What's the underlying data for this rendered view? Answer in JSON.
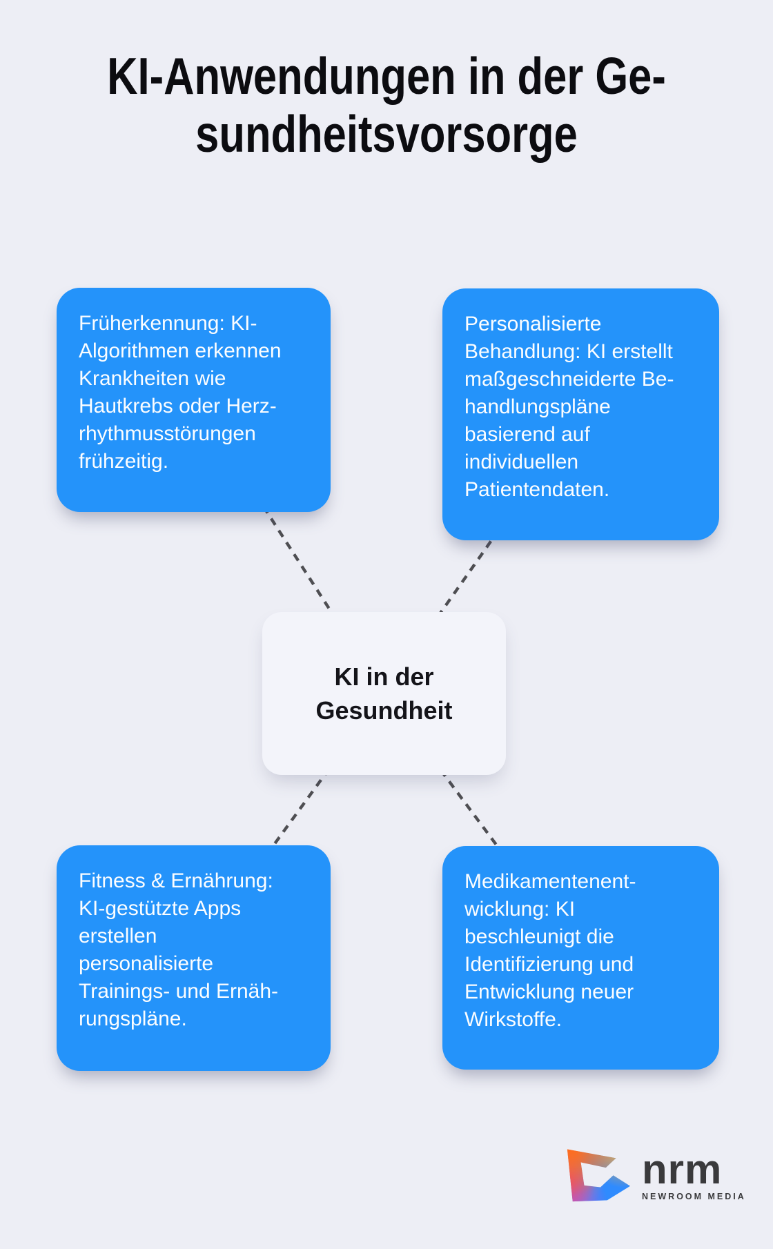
{
  "title": "KI-Anwendungen in der Ge-\nsundheitsvorsorge",
  "center_node": {
    "label": "KI in der\nGesundheit"
  },
  "nodes": [
    {
      "id": "frueherkennung",
      "position": "top-left",
      "text": "Früherkennung: KI-\nAlgorithmen erkennen\nKrankheiten wie\nHautkrebs oder Herz-\nrhythmusstörungen\nfrühzeitig."
    },
    {
      "id": "personalisierte-behandlung",
      "position": "top-right",
      "text": "Personalisierte\nBehandlung: KI erstellt\nmaßgeschneiderte Be-\nhandlungspläne\nbasierend auf\nindividuellen\nPatientendaten."
    },
    {
      "id": "fitness-ernaehrung",
      "position": "bottom-left",
      "text": "Fitness & Ernährung:\nKI-gestützte Apps\nerstellen\npersonalisierte\nTrainings- und Ernäh-\nrungspläne."
    },
    {
      "id": "medikamentenentwicklung",
      "position": "bottom-right",
      "text": "Medikamentenent-\nwicklung: KI\nbeschleunigt die\nIdentifizierung und\nEntwicklung neuer\nWirkstoffe."
    }
  ],
  "logo": {
    "name": "nrm",
    "subtitle": "NEWROOM MEDIA"
  },
  "colors": {
    "background": "#edeef5",
    "node_blue": "#2493fa",
    "node_text": "#fbfdff",
    "center_bg": "#f3f4fa",
    "center_text": "#141419",
    "connector": "#4e4e52",
    "title_text": "#0c0c10",
    "logo_text": "#3a3a3c",
    "logo_orange": "#ff6a1c",
    "logo_yellow": "#fbb040",
    "logo_pink": "#ef476f",
    "logo_purple": "#b855d8",
    "logo_blue": "#2f8bfe"
  }
}
